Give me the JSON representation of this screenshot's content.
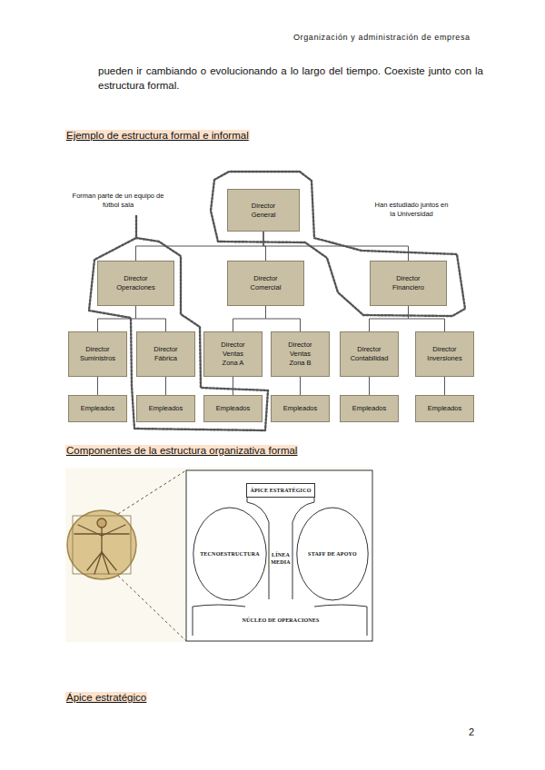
{
  "diagram": {
    "title": "Ejemplo de estructura formal e informal",
    "nodes": [
      {
        "text": [
          "Director General"
        ]
      },
      {
        "text": [
          "Director Operaciones"
        ]
      },
      {
        "text": [
          "Director Comercial"
        ]
      },
      {
        "text": [
          "Director Financiero"
        ]
      },
      {
        "text": [
          "Director Suministros"
        ]
      },
      {
        "text": [
          "Director Fábrica"
        ]
      },
      {
        "text": [
          "Director Ventas Zona A"
        ]
      },
      {
        "text": [
          "Director Ventas Zona B"
        ]
      },
      {
        "text": [
          "Director Contabilidad"
        ]
      },
      {
        "text": [
          "Director Inversiones"
        ]
      },
      {
        "text": [
          "Empleados"
        ]
      },
      {
        "text": [
          "Empleados"
        ]
      },
      {
        "text": [
          "Empleados"
        ]
      },
      {
        "text": [
          "Empleados"
        ]
      },
      {
        "text": [
          "Empleados"
        ]
      },
      {
        "text": [
          "Empleados"
        ]
      },
      {
        "text": [
          "ÁPICE ESTRATÉGICO"
        ]
      },
      {
        "text": [
          "TECNOESTRUCTURA"
        ]
      },
      {
        "text": [
          "STAFF DE APOYO"
        ]
      }
    ],
    "edges": [
      {
        "from": 0,
        "to": 1,
        "arrow": "none"
      },
      {
        "from": 0,
        "to": 2,
        "arrow": "none"
      },
      {
        "from": 0,
        "to": 3,
        "arrow": "none"
      },
      {
        "from": 1,
        "to": 4,
        "arrow": "none"
      },
      {
        "from": 1,
        "to": 5,
        "arrow": "none"
      },
      {
        "from": 2,
        "to": 6,
        "arrow": "none"
      },
      {
        "from": 2,
        "to": 7,
        "arrow": "none"
      },
      {
        "from": 3,
        "to": 8,
        "arrow": "none"
      },
      {
        "from": 3,
        "to": 9,
        "arrow": "none"
      },
      {
        "from": 4,
        "to": 10,
        "arrow": "none"
      },
      {
        "from": 5,
        "to": 11,
        "arrow": "none"
      },
      {
        "from": 6,
        "to": 12,
        "arrow": "none"
      },
      {
        "from": 7,
        "to": 13,
        "arrow": "none"
      },
      {
        "from": 8,
        "to": 14,
        "arrow": "none"
      },
      {
        "from": 9,
        "to": 15,
        "arrow": "none"
      }
    ],
    "labels": [
      "Organización y administración de empresa",
      "pueden ir cambiando o evolucionando a lo largo del tiempo. Coexiste junto con la estructura formal.",
      "Forman parte de un equipo de fútbol sala",
      "Han estudiado juntos en la Universidad",
      "Componentes de la estructura organizativa formal",
      "Ápice estratégico",
      "LÍNEA MEDIA",
      "NÚCLEO DE OPERACIONES",
      "2"
    ]
  }
}
